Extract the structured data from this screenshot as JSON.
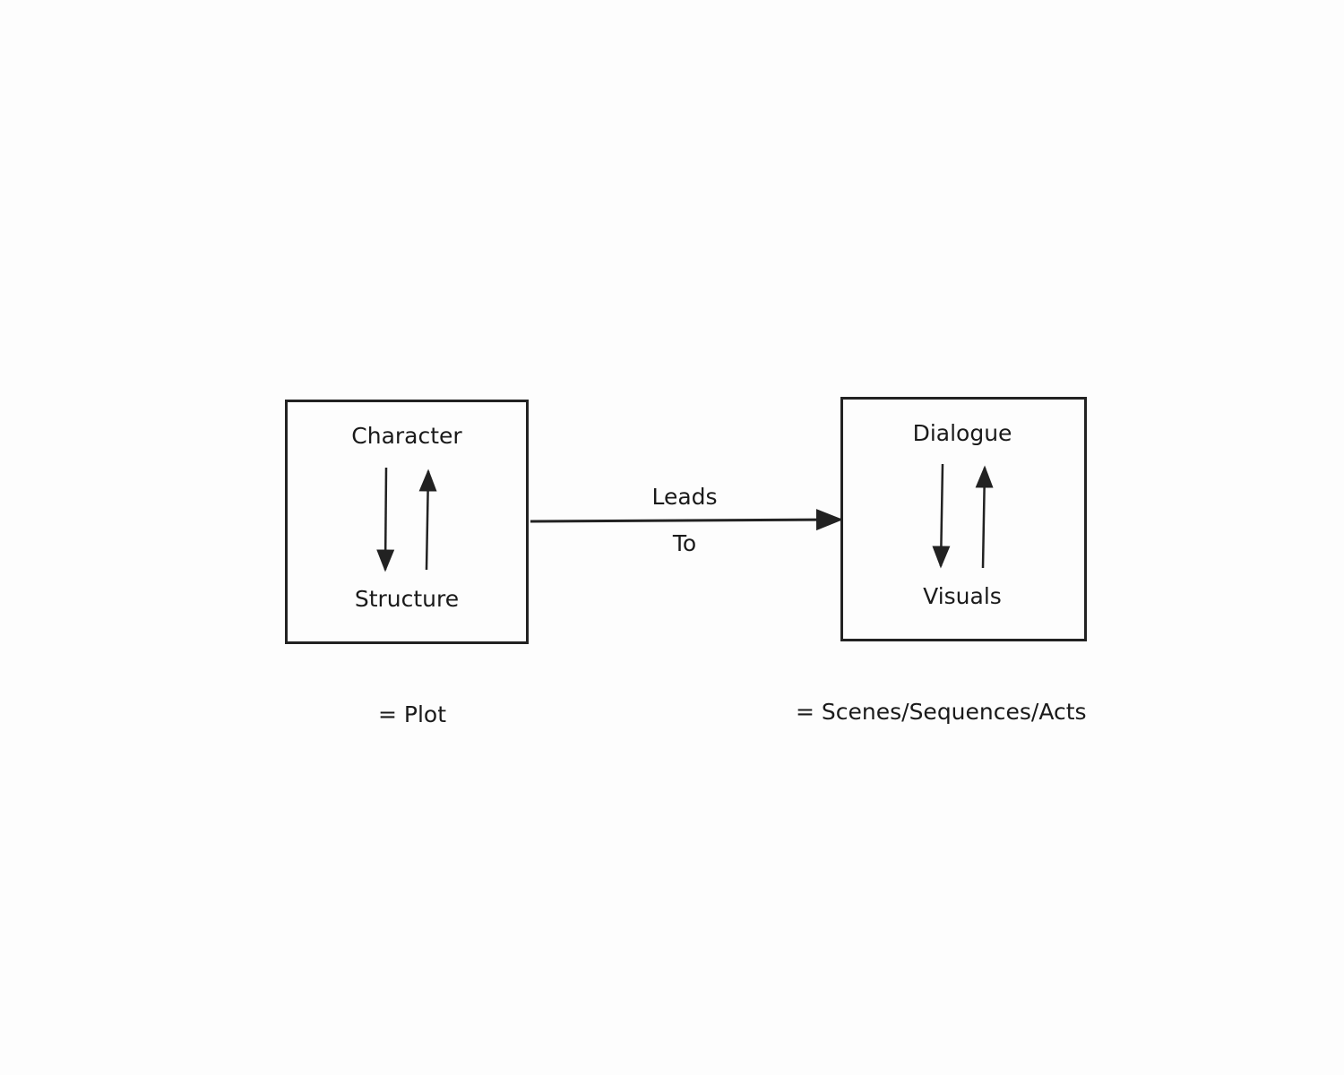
{
  "left_box": {
    "top": "Character",
    "bottom": "Structure",
    "equals": "= Plot"
  },
  "right_box": {
    "top": "Dialogue",
    "bottom": "Visuals",
    "equals": "= Scenes/Sequences/Acts"
  },
  "connector": {
    "line1": "Leads",
    "line2": "To"
  }
}
